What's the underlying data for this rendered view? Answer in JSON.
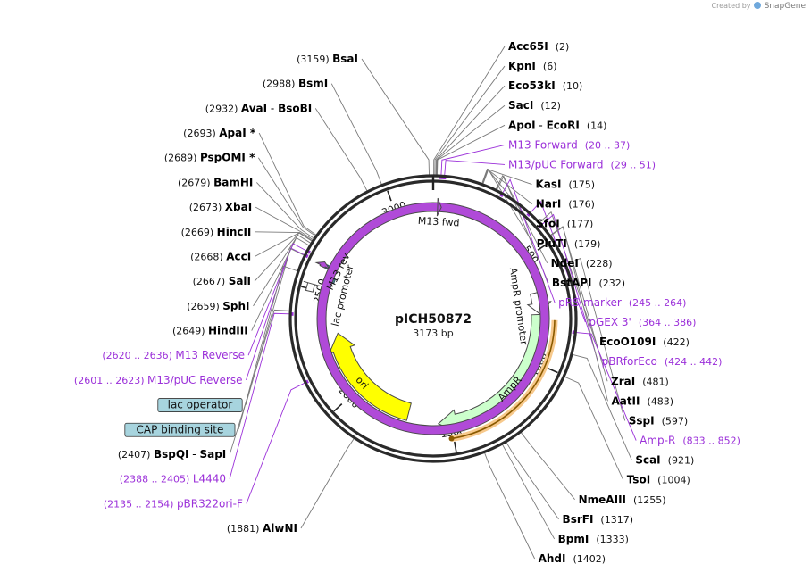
{
  "watermark": {
    "prefix": "Created by",
    "brand": "SnapGene"
  },
  "plasmid": {
    "name": "pICH50872",
    "length_label": "3173 bp",
    "length": 3173
  },
  "ruler_ticks": [
    {
      "pos": 500,
      "label": "500"
    },
    {
      "pos": 1000,
      "label": "1000"
    },
    {
      "pos": 1500,
      "label": "1500"
    },
    {
      "pos": 2000,
      "label": "2000"
    },
    {
      "pos": 2500,
      "label": "2500"
    },
    {
      "pos": 3000,
      "label": "3000"
    }
  ],
  "sites": [
    {
      "name": "Acc65I",
      "coord": "(2)",
      "pos": 2,
      "side": "right",
      "color": "#000000"
    },
    {
      "name": "KpnI",
      "coord": "(6)",
      "pos": 6,
      "side": "right",
      "color": "#000000"
    },
    {
      "name": "Eco53kI",
      "coord": "(10)",
      "pos": 10,
      "side": "right",
      "color": "#000000"
    },
    {
      "name": "SacI",
      "coord": "(12)",
      "pos": 12,
      "side": "right",
      "color": "#000000"
    },
    {
      "name": "ApoI",
      "name2": "EcoRI",
      "coord": "(14)",
      "pos": 14,
      "side": "right",
      "color": "#000000"
    },
    {
      "name": "M13 Forward",
      "coord": "(20 .. 37)",
      "pos": 28,
      "side": "right",
      "color": "#9b30d9",
      "feature": true
    },
    {
      "name": "M13/pUC Forward",
      "coord": "(29 .. 51)",
      "pos": 40,
      "side": "right",
      "color": "#9b30d9",
      "feature": true
    },
    {
      "name": "KasI",
      "coord": "(175)",
      "pos": 175,
      "side": "right",
      "color": "#000000"
    },
    {
      "name": "NarI",
      "coord": "(176)",
      "pos": 176,
      "side": "right",
      "color": "#000000"
    },
    {
      "name": "SfoI",
      "coord": "(177)",
      "pos": 177,
      "side": "right",
      "color": "#000000"
    },
    {
      "name": "PluTI",
      "coord": "(179)",
      "pos": 179,
      "side": "right",
      "color": "#000000"
    },
    {
      "name": "NdeI",
      "coord": "(228)",
      "pos": 228,
      "side": "right",
      "color": "#000000"
    },
    {
      "name": "BstAPI",
      "coord": "(232)",
      "pos": 232,
      "side": "right",
      "color": "#000000"
    },
    {
      "name": "pRS-marker",
      "coord": "(245 .. 264)",
      "pos": 255,
      "side": "right",
      "color": "#9b30d9",
      "feature": true
    },
    {
      "name": "pGEX 3'",
      "coord": "(364 .. 386)",
      "pos": 375,
      "side": "right",
      "color": "#9b30d9",
      "feature": true
    },
    {
      "name": "EcoO109I",
      "coord": "(422)",
      "pos": 422,
      "side": "right",
      "color": "#000000"
    },
    {
      "name": "pBRforEco",
      "coord": "(424 .. 442)",
      "pos": 433,
      "side": "right",
      "color": "#9b30d9",
      "feature": true
    },
    {
      "name": "ZraI",
      "coord": "(481)",
      "pos": 481,
      "side": "right",
      "color": "#000000"
    },
    {
      "name": "AatII",
      "coord": "(483)",
      "pos": 483,
      "side": "right",
      "color": "#000000"
    },
    {
      "name": "SspI",
      "coord": "(597)",
      "pos": 597,
      "side": "right",
      "color": "#000000"
    },
    {
      "name": "Amp-R",
      "coord": "(833 .. 852)",
      "pos": 842,
      "side": "right",
      "color": "#9b30d9",
      "feature": true
    },
    {
      "name": "ScaI",
      "coord": "(921)",
      "pos": 921,
      "side": "right",
      "color": "#000000"
    },
    {
      "name": "TsoI",
      "coord": "(1004)",
      "pos": 1004,
      "side": "right",
      "color": "#000000"
    },
    {
      "name": "NmeAIII",
      "coord": "(1255)",
      "pos": 1255,
      "side": "right",
      "color": "#000000"
    },
    {
      "name": "BsrFI",
      "coord": "(1317)",
      "pos": 1317,
      "side": "right",
      "color": "#000000"
    },
    {
      "name": "BpmI",
      "coord": "(1333)",
      "pos": 1333,
      "side": "right",
      "color": "#000000"
    },
    {
      "name": "AhdI",
      "coord": "(1402)",
      "pos": 1402,
      "side": "right",
      "color": "#000000"
    },
    {
      "name": "AlwNI",
      "coord": "(1881)",
      "pos": 1881,
      "side": "left",
      "color": "#000000"
    },
    {
      "name": "pBR322ori-F",
      "coord": "(2135 .. 2154)",
      "pos": 2145,
      "side": "left",
      "color": "#9b30d9",
      "feature": true
    },
    {
      "name": "L4440",
      "coord": "(2388 .. 2405)",
      "pos": 2396,
      "side": "left",
      "color": "#9b30d9",
      "feature": true
    },
    {
      "name": "BspQI",
      "name2": "SapI",
      "coord": "(2407)",
      "pos": 2407,
      "side": "left",
      "color": "#000000"
    },
    {
      "name": "CAP binding site",
      "pos": 2550,
      "side": "left",
      "color": "#000000",
      "box": true
    },
    {
      "name": "M13/pUC Reverse",
      "coord": "(2601 .. 2623)",
      "pos": 2612,
      "side": "left",
      "color": "#9b30d9",
      "feature": true
    },
    {
      "name": "lac operator",
      "pos": 2610,
      "side": "left",
      "color": "#000000",
      "box": true
    },
    {
      "name": "M13 Reverse",
      "coord": "(2620 .. 2636)",
      "pos": 2628,
      "side": "left",
      "color": "#9b30d9",
      "feature": true
    },
    {
      "name": "HindIII",
      "coord": "(2649)",
      "pos": 2649,
      "side": "left",
      "color": "#000000"
    },
    {
      "name": "SphI",
      "coord": "(2659)",
      "pos": 2659,
      "side": "left",
      "color": "#000000"
    },
    {
      "name": "SalI",
      "coord": "(2667)",
      "pos": 2667,
      "side": "left",
      "color": "#000000"
    },
    {
      "name": "AccI",
      "coord": "(2668)",
      "pos": 2668,
      "side": "left",
      "color": "#000000"
    },
    {
      "name": "HincII",
      "coord": "(2669)",
      "pos": 2669,
      "side": "left",
      "color": "#000000"
    },
    {
      "name": "XbaI",
      "coord": "(2673)",
      "pos": 2673,
      "side": "left",
      "color": "#000000"
    },
    {
      "name": "BamHI",
      "coord": "(2679)",
      "pos": 2679,
      "side": "left",
      "color": "#000000"
    },
    {
      "name": "PspOMI",
      "coord": "(2689)",
      "pos": 2689,
      "side": "left",
      "color": "#000000",
      "star": "*"
    },
    {
      "name": "ApaI",
      "coord": "(2693)",
      "pos": 2693,
      "side": "left",
      "color": "#000000",
      "star": "*"
    },
    {
      "name": "AvaI",
      "name2": "BsoBI",
      "coord": "(2932)",
      "pos": 2932,
      "side": "left",
      "color": "#000000"
    },
    {
      "name": "BsmI",
      "coord": "(2988)",
      "pos": 2988,
      "side": "left",
      "color": "#000000"
    },
    {
      "name": "BsaI",
      "coord": "(3159)",
      "pos": 3159,
      "side": "left",
      "color": "#000000"
    }
  ],
  "features": [
    {
      "name": "AmpR",
      "start": 1562,
      "end": 774,
      "direction": "reverse",
      "fill": "#ccffcc",
      "stroke": "#4a4a4a",
      "track": "inner"
    },
    {
      "name": "AmpR promoter",
      "start": 773,
      "end": 669,
      "direction": "reverse",
      "fill": "#ffffff",
      "stroke": "#4a4a4a",
      "track": "inner"
    },
    {
      "name": "ori",
      "start": 2303,
      "end": 1715,
      "direction": "reverse",
      "fill": "#ffff00",
      "stroke": "#4a4a4a",
      "track": "inner"
    },
    {
      "name": "lac promoter",
      "start": 2490,
      "end": 2521,
      "direction": "forward",
      "fill": "#ffffff",
      "stroke": "#4a4a4a",
      "track": "inner"
    },
    {
      "name": "M13 rev",
      "start": 2601,
      "end": 2623,
      "direction": "reverse",
      "fill": "#b04ad8",
      "stroke": "#4a4a4a",
      "track": "primer"
    },
    {
      "name": "M13 fwd",
      "start": 20,
      "end": 37,
      "direction": "forward",
      "fill": "#b04ad8",
      "stroke": "#4a4a4a",
      "track": "primer"
    },
    {
      "name": "lac operator",
      "start": 2601,
      "end": 2617,
      "direction": "none",
      "fill": "#4e7f8e",
      "stroke": "#2f5260",
      "track": "inner"
    },
    {
      "name": "CAP binding site",
      "start": 2550,
      "end": 2571,
      "direction": "none",
      "fill": "#4e7f8e",
      "stroke": "#2f5260",
      "track": "inner"
    }
  ],
  "primer_arc": {
    "name": "ampR ORF",
    "start": 1510,
    "end": 800,
    "stroke": "#8a5a00",
    "halo": "#f7c98c"
  }
}
